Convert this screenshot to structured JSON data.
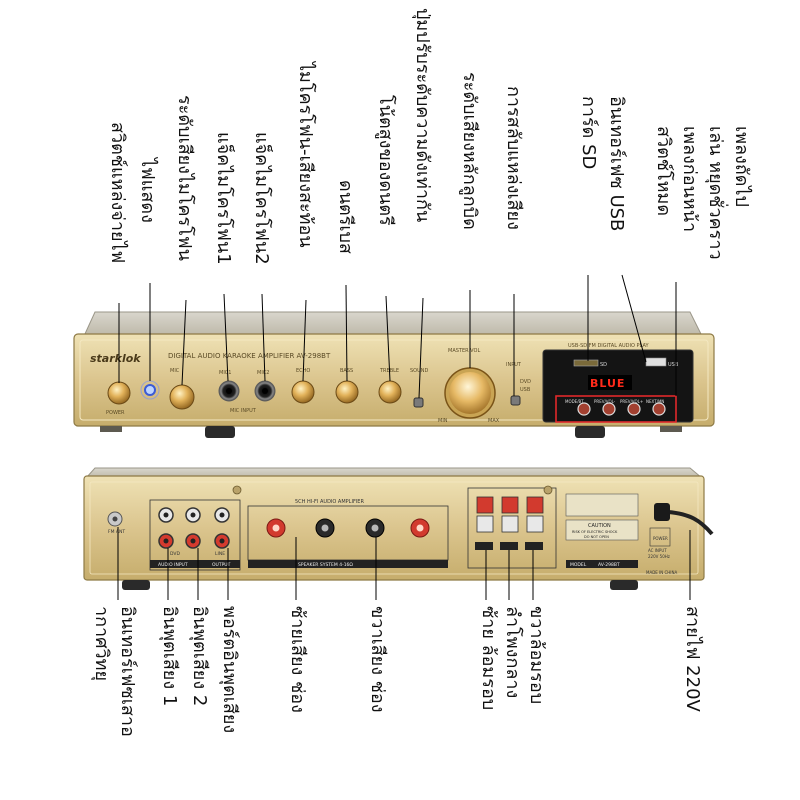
{
  "colors": {
    "gold": "#d9c48c",
    "gold_dark": "#a8904f",
    "panel_black": "#141414",
    "red_box": "#e0282a",
    "led_red": "#ff2a1a",
    "knob_gold": "#d5a241"
  },
  "top_labels": [
    {
      "id": "power-switch",
      "lines": [
        "สวิตช์แหล่งจ่ายไฟ"
      ]
    },
    {
      "id": "power-light",
      "lines": [
        "ไฟแสดง"
      ]
    },
    {
      "id": "mic-volume",
      "lines": [
        "ระดับเสียงไมโครโฟน"
      ]
    },
    {
      "id": "mic-jack-1",
      "lines": [
        "แจ็คไมโครโฟน1"
      ]
    },
    {
      "id": "mic-jack-2",
      "lines": [
        "แจ็คไมโครโฟน2"
      ]
    },
    {
      "id": "mic-echo",
      "lines": [
        "ไมโครโฟน-เสียงสะท้อน"
      ]
    },
    {
      "id": "bass",
      "lines": [
        "ดนตรีเบส"
      ]
    },
    {
      "id": "treble",
      "lines": [
        "โน้ตสูงของดนตรี"
      ]
    },
    {
      "id": "flat-eq",
      "lines": [
        "ปุ่มปรับระดับความดังเท่ากัน"
      ]
    },
    {
      "id": "master-volume",
      "lines": [
        "ระดับเสียงหลักลูกบิด"
      ]
    },
    {
      "id": "source-switch",
      "lines": [
        "การสลับแหล่งเสียง"
      ]
    },
    {
      "id": "usb-sd",
      "lines": [
        "อินเทอร์เฟซ USB",
        "การ์ด SD"
      ]
    },
    {
      "id": "player-keys",
      "lines": [
        "เพลงถัดไป",
        "เล่น หยุดชั่วคราว",
        "เพลงก่อนหน้า",
        "สวิตช์โหมด"
      ]
    }
  ],
  "bottom_labels": [
    {
      "id": "antenna",
      "lines": [
        "อินเทอร์เฟซเสาอ",
        "ากาศวิทยุ"
      ]
    },
    {
      "id": "audio-in-1",
      "lines": [
        "อินพุตเสียง 1"
      ]
    },
    {
      "id": "audio-in-2",
      "lines": [
        "อินพุตเสียง 2"
      ]
    },
    {
      "id": "audio-out",
      "lines": [
        "พอร์ตอินพุตเสียง"
      ]
    },
    {
      "id": "left-channel",
      "lines": [
        "ซ้ายเสียง ช่อง"
      ]
    },
    {
      "id": "right-channel",
      "lines": [
        "ขวาเสียง ช่อง"
      ]
    },
    {
      "id": "speaker-terminals",
      "lines": [
        "ขวาล้อมรอบ",
        "ลำโพงกลาง",
        "ซ้าย ล้อมรอบ"
      ]
    },
    {
      "id": "power-cable",
      "lines": [
        "สายไฟ 220V"
      ]
    }
  ],
  "front_panel": {
    "brand": "starklok",
    "model_title": "DIGITAL AUDIO KARAOKE AMPLIFIER  AV-298BT",
    "power_text": "POWER",
    "mic_text": "MIC",
    "mic_input_text": "MIC INPUT",
    "mic1_text": "MIC1",
    "mic2_text": "MIC2",
    "echo_text": "ECHO",
    "bass_text": "BASS",
    "treble_text": "TREBLE",
    "sound_text": "SOUND",
    "master_text": "MASTER VOL",
    "min_text": "MIN",
    "max_text": "MAX",
    "input_text": "INPUT",
    "dvd_text": "DVD",
    "usb_text": "USB",
    "player_title": "USB-SD FM DIGITAL AUDIO PLAY",
    "sd_text": "SD",
    "usb_slot_text": "USB",
    "display_text": "BLUE",
    "key_labels": [
      "MODE/BT",
      "PREV/VOL-",
      "PREV/VOL+",
      "NEXT/MN"
    ]
  },
  "rear_panel": {
    "title": "5CH HI-FI AUDIO AMPLIFIER",
    "speaker_system": "SPEAKER SYSTEM 4-16Ω",
    "fm_ant": "FM ANT",
    "audio_input": "AUDIO INPUT",
    "output": "OUTPUT",
    "dvd": "DVD",
    "line": "LINE",
    "caution": "CAUTION",
    "risk": "RISK OF ELECTRIC SHOCK",
    "do_not_open": "DO NOT OPEN",
    "model": "MODEL",
    "model_no": "AV-298BT",
    "made_in": "MADE IN CHINA",
    "power_label": "POWER",
    "ac_input": "AC INPUT",
    "ac_volt": "220V 50Hz"
  }
}
